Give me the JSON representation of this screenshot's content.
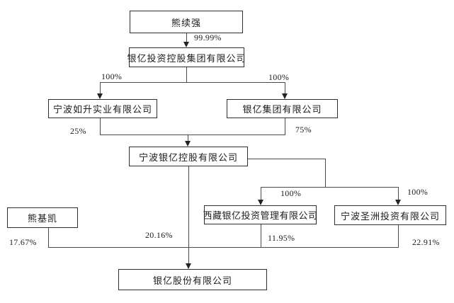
{
  "diagram": {
    "type": "equity-ownership-structure",
    "nodes": {
      "person_top": "熊续强",
      "holding_group": "银亿投资控股集团有限公司",
      "rusheng": "宁波如升实业有限公司",
      "yinyi_group": "银亿集团有限公司",
      "ningbo_yinyi_holding": "宁波银亿控股有限公司",
      "person_left": "熊基凯",
      "tibet_yinyi": "西藏银亿投资管理有限公司",
      "shengzhou": "宁波圣洲投资有限公司",
      "listed_company": "银亿股份有限公司"
    },
    "edge_labels": {
      "top_9999": "99.99%",
      "split1_left": "100%",
      "split1_right": "100%",
      "merge1_left": "25%",
      "merge1_right": "75%",
      "split2_left": "100%",
      "split2_right": "100%",
      "final_person_left": "17.67%",
      "final_holding": "20.16%",
      "final_tibet": "11.95%",
      "final_shengzhou": "22.91%"
    },
    "edges": [
      {
        "from": "person_top",
        "to": "holding_group",
        "pct": "99.99%"
      },
      {
        "from": "holding_group",
        "to": "rusheng",
        "pct": "100%"
      },
      {
        "from": "holding_group",
        "to": "yinyi_group",
        "pct": "100%"
      },
      {
        "from": "rusheng",
        "to": "ningbo_yinyi_holding",
        "pct": "25%"
      },
      {
        "from": "yinyi_group",
        "to": "ningbo_yinyi_holding",
        "pct": "75%"
      },
      {
        "from": "ningbo_yinyi_holding",
        "to": "tibet_yinyi",
        "pct": "100%"
      },
      {
        "from": "ningbo_yinyi_holding",
        "to": "shengzhou",
        "pct": "100%"
      },
      {
        "from": "person_left",
        "to": "listed_company",
        "pct": "17.67%"
      },
      {
        "from": "ningbo_yinyi_holding",
        "to": "listed_company",
        "pct": "20.16%"
      },
      {
        "from": "tibet_yinyi",
        "to": "listed_company",
        "pct": "11.95%"
      },
      {
        "from": "shengzhou",
        "to": "listed_company",
        "pct": "22.91%"
      }
    ]
  }
}
